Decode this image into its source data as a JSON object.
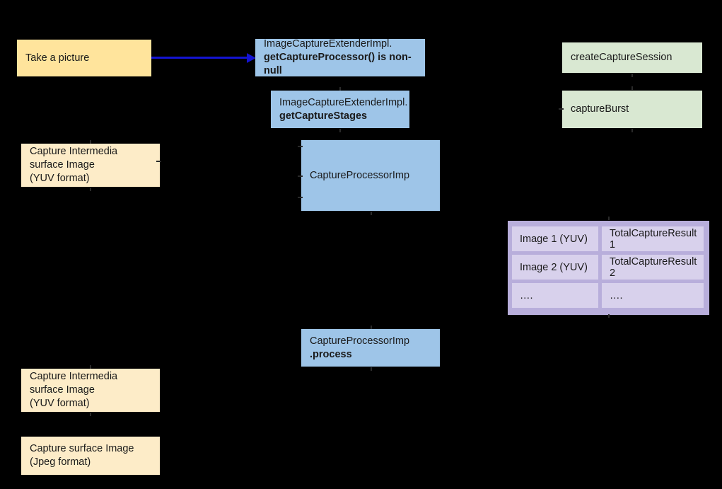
{
  "diagram": {
    "background_color": "#000000",
    "title_text": "",
    "colors": {
      "trigger_box": "#ffe49c",
      "surface_box": "#fdecc8",
      "extender_box": "#9ec5e8",
      "camera_box": "#d9e8d2",
      "buffer_group": "#b8aedb",
      "buffer_cell": "#d8d1ec",
      "arrow": "#1414d2"
    }
  },
  "nodes": {
    "take_picture": {
      "label": "Take a picture"
    },
    "get_capture_processor": {
      "line1": "ImageCaptureExtenderImpl.",
      "line2": "getCaptureProcessor() is non-null"
    },
    "get_capture_stages": {
      "line1": "ImageCaptureExtenderImpl.",
      "line2": "getCaptureStages"
    },
    "capture_processor_imp": {
      "label": "CaptureProcessorImp"
    },
    "capture_processor_process": {
      "line1": "CaptureProcessorImp",
      "line2": ".process"
    },
    "create_capture_session": {
      "label": "createCaptureSession"
    },
    "capture_burst": {
      "label": "captureBurst"
    },
    "intermediate_surface_top": {
      "label": "Capture Intermedia\nsurface Image\n(YUV format)"
    },
    "intermediate_surface_bottom": {
      "label": "Capture Intermedia\nsurface Image\n(YUV format)"
    },
    "capture_surface_jpeg": {
      "label": "Capture surface Image\n(Jpeg format)"
    }
  },
  "buffer_table": {
    "images_column": [
      "Image 1 (YUV)",
      "Image 2 (YUV)",
      "…."
    ],
    "results_column": [
      "TotalCaptureResult 1",
      "TotalCaptureResult 2",
      "…."
    ]
  },
  "connections": [
    {
      "from": "take_picture",
      "to": "get_capture_processor",
      "style": "solid-arrow",
      "color": "#1414d2"
    }
  ]
}
